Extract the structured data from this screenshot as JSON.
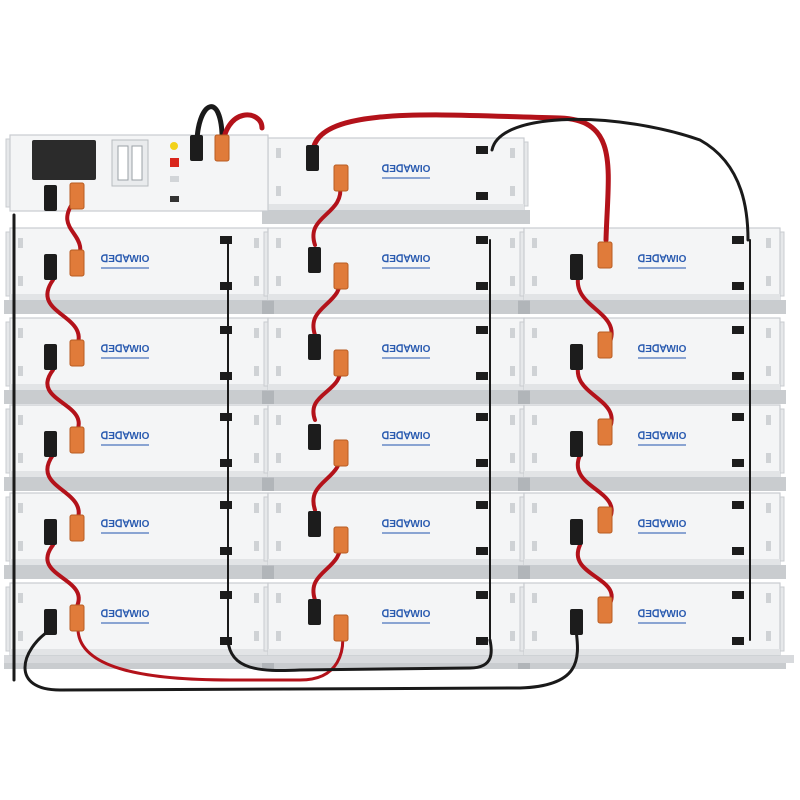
{
  "product": {
    "brand_text": "ᗡƎᗡⱯWΙΟ",
    "colors": {
      "module_face": "#f4f5f6",
      "module_edge": "#c9ccd0",
      "rack_shadow": "#9da2a7",
      "rack_bracket": "#e6e8ea",
      "connector_orange": "#e07b3a",
      "connector_black": "#1c1c1c",
      "cable_red": "#b3121a",
      "cable_black": "#1a1a1a",
      "logo_blue": "#2a5bb0",
      "display_screen": "#2b2b2b",
      "indicator_yellow": "#f2d21a",
      "indicator_red": "#d9261c"
    }
  },
  "columns": [
    {
      "name": "column-left",
      "modules": 5,
      "has_controller": true
    },
    {
      "name": "column-middle",
      "modules": 6,
      "has_controller": false
    },
    {
      "name": "column-right",
      "modules": 5,
      "has_controller": false
    }
  ]
}
